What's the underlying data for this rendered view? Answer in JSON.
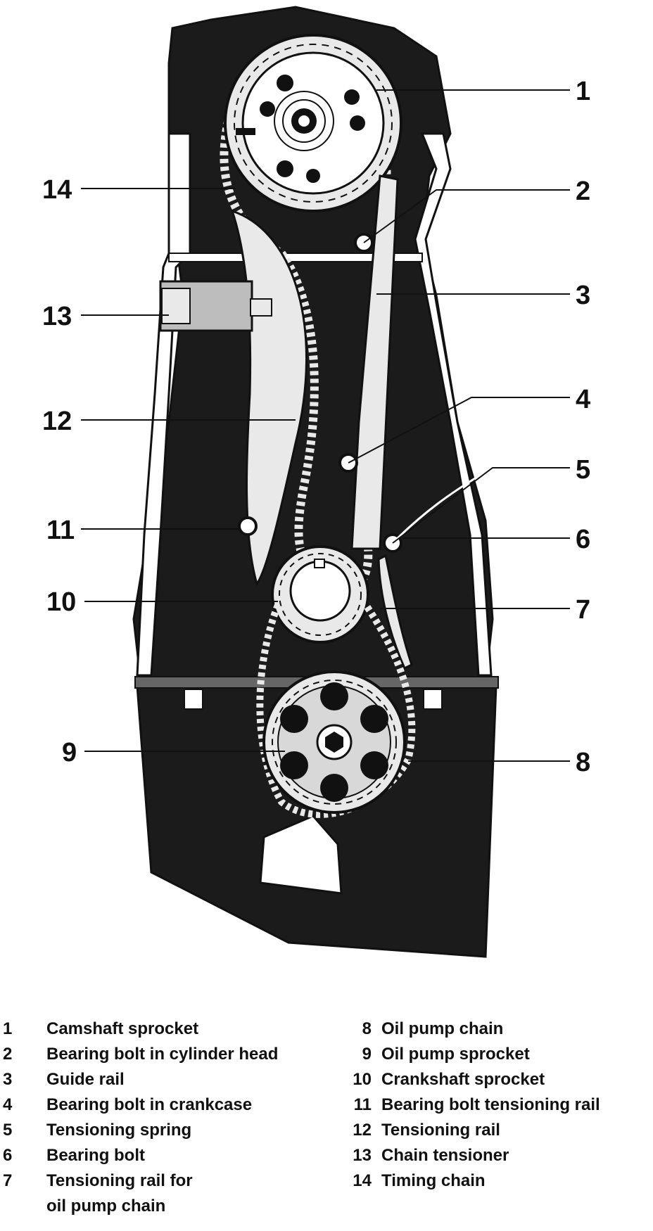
{
  "callouts": [
    "1",
    "2",
    "3",
    "4",
    "5",
    "6",
    "7",
    "8",
    "9",
    "10",
    "11",
    "12",
    "13",
    "14"
  ],
  "legend_left": [
    {
      "num": "1",
      "text": "Camshaft sprocket"
    },
    {
      "num": "2",
      "text": "Bearing bolt in cylinder head"
    },
    {
      "num": "3",
      "text": "Guide rail"
    },
    {
      "num": "4",
      "text": "Bearing bolt in crankcase"
    },
    {
      "num": "5",
      "text": "Tensioning spring"
    },
    {
      "num": "6",
      "text": "Bearing bolt"
    },
    {
      "num": "7",
      "text": "Tensioning rail for\noil pump chain"
    }
  ],
  "legend_right": [
    {
      "num": "8",
      "text": "Oil pump chain"
    },
    {
      "num": "9",
      "text": "Oil pump sprocket"
    },
    {
      "num": "10",
      "text": "Crankshaft sprocket"
    },
    {
      "num": "11",
      "text": "Bearing bolt tensioning rail"
    },
    {
      "num": "12",
      "text": "Tensioning rail"
    },
    {
      "num": "13",
      "text": "Chain tensioner"
    },
    {
      "num": "14",
      "text": "Timing chain"
    }
  ],
  "colors": {
    "ink": "#111111",
    "casting": "#1b1b1b",
    "paper": "#ffffff"
  }
}
